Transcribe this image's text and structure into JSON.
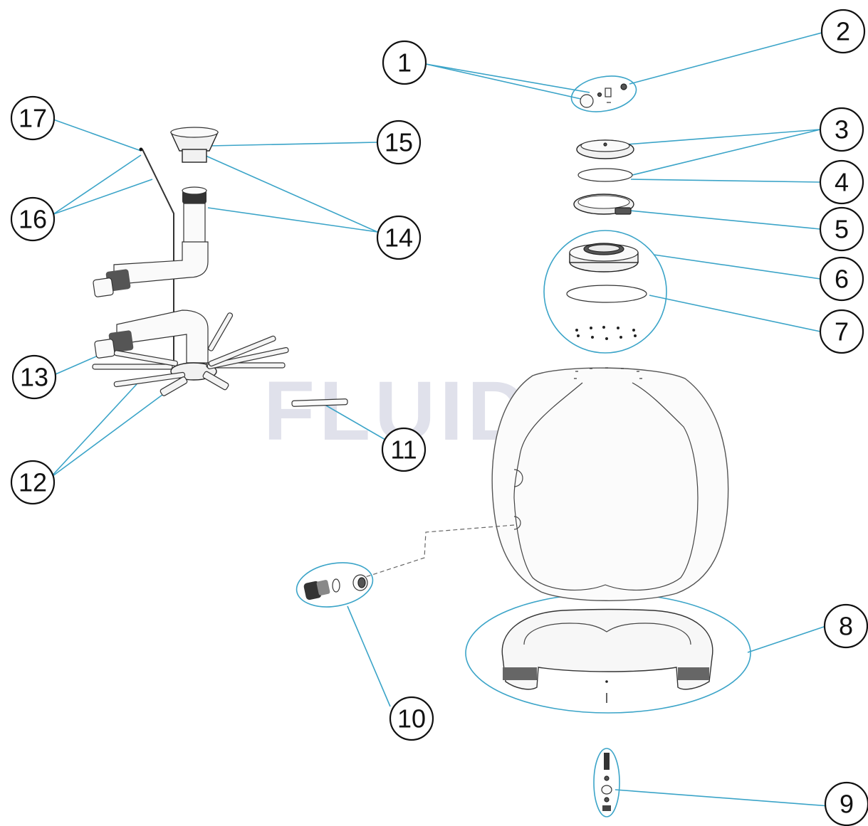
{
  "watermark": "FLUIDRA",
  "colors": {
    "leader": "#3ba4c8",
    "callout_stroke": "#111111",
    "watermark": "#c7c9dc",
    "background": "#ffffff"
  },
  "callouts": [
    {
      "id": "1",
      "label": "1"
    },
    {
      "id": "2",
      "label": "2"
    },
    {
      "id": "3",
      "label": "3"
    },
    {
      "id": "4",
      "label": "4"
    },
    {
      "id": "5",
      "label": "5"
    },
    {
      "id": "6",
      "label": "6"
    },
    {
      "id": "7",
      "label": "7"
    },
    {
      "id": "8",
      "label": "8"
    },
    {
      "id": "9",
      "label": "9"
    },
    {
      "id": "10",
      "label": "10"
    },
    {
      "id": "11",
      "label": "11"
    },
    {
      "id": "12",
      "label": "12"
    },
    {
      "id": "13",
      "label": "13"
    },
    {
      "id": "14",
      "label": "14"
    },
    {
      "id": "15",
      "label": "15"
    },
    {
      "id": "16",
      "label": "16"
    },
    {
      "id": "17",
      "label": "17"
    }
  ]
}
